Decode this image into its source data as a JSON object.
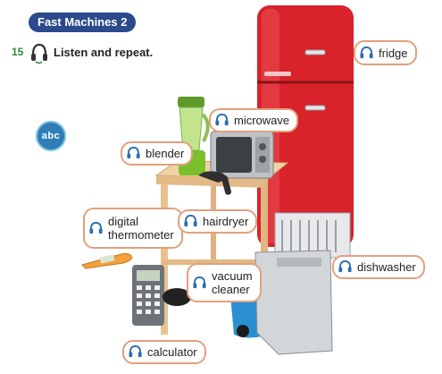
{
  "unit_title": "Fast Machines 2",
  "exercise": {
    "number": "15",
    "instruction": "Listen and repeat."
  },
  "phonics_badge": "abc",
  "labels": {
    "fridge": "fridge",
    "microwave": "microwave",
    "blender": "blender",
    "digital_thermometer": "digital\nthermometer",
    "hairdryer": "hairdryer",
    "vacuum_cleaner": "vacuum\ncleaner",
    "dishwasher": "dishwasher",
    "calculator": "calculator"
  },
  "icons": {
    "audio": "headphones-icon"
  },
  "colors": {
    "pill": "#2b4a8c",
    "label_border": "#e2a07c",
    "fridge": "#d8232a",
    "exercise_number": "#2b8c3a"
  }
}
